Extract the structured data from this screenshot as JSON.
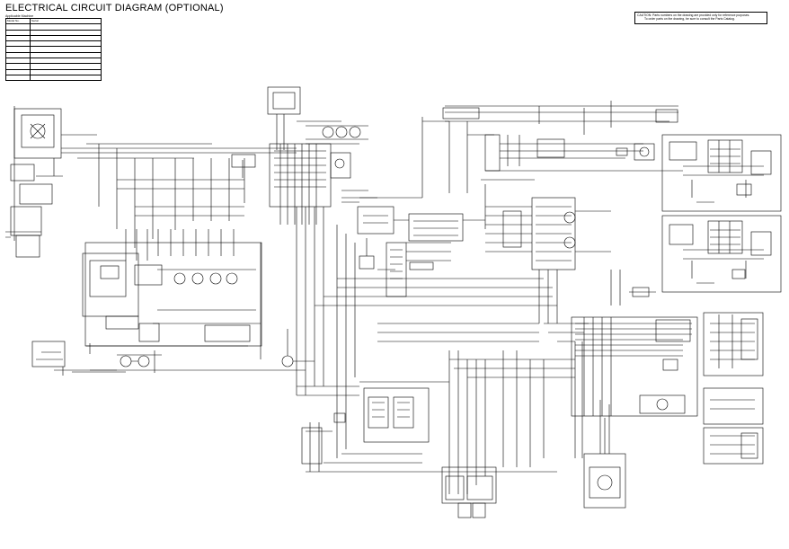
{
  "title": "ELECTRICAL CIRCUIT DIAGRAM (OPTIONAL)",
  "caution": {
    "line1": "CAUTION: Parts numbers on the drawing are provided only for reference purposes.",
    "line2": "To order parts on the drawing, be sure to consult the Parts Catalog."
  },
  "models": {
    "heading": "Applicable Machine",
    "header": [
      "Model No.",
      "Serial"
    ],
    "rows": [
      [
        "",
        ""
      ],
      [
        "",
        ""
      ],
      [
        "",
        ""
      ],
      [
        "",
        ""
      ],
      [
        "",
        ""
      ],
      [
        "",
        ""
      ],
      [
        "",
        ""
      ],
      [
        "",
        ""
      ],
      [
        "",
        ""
      ],
      [
        "",
        ""
      ]
    ]
  }
}
